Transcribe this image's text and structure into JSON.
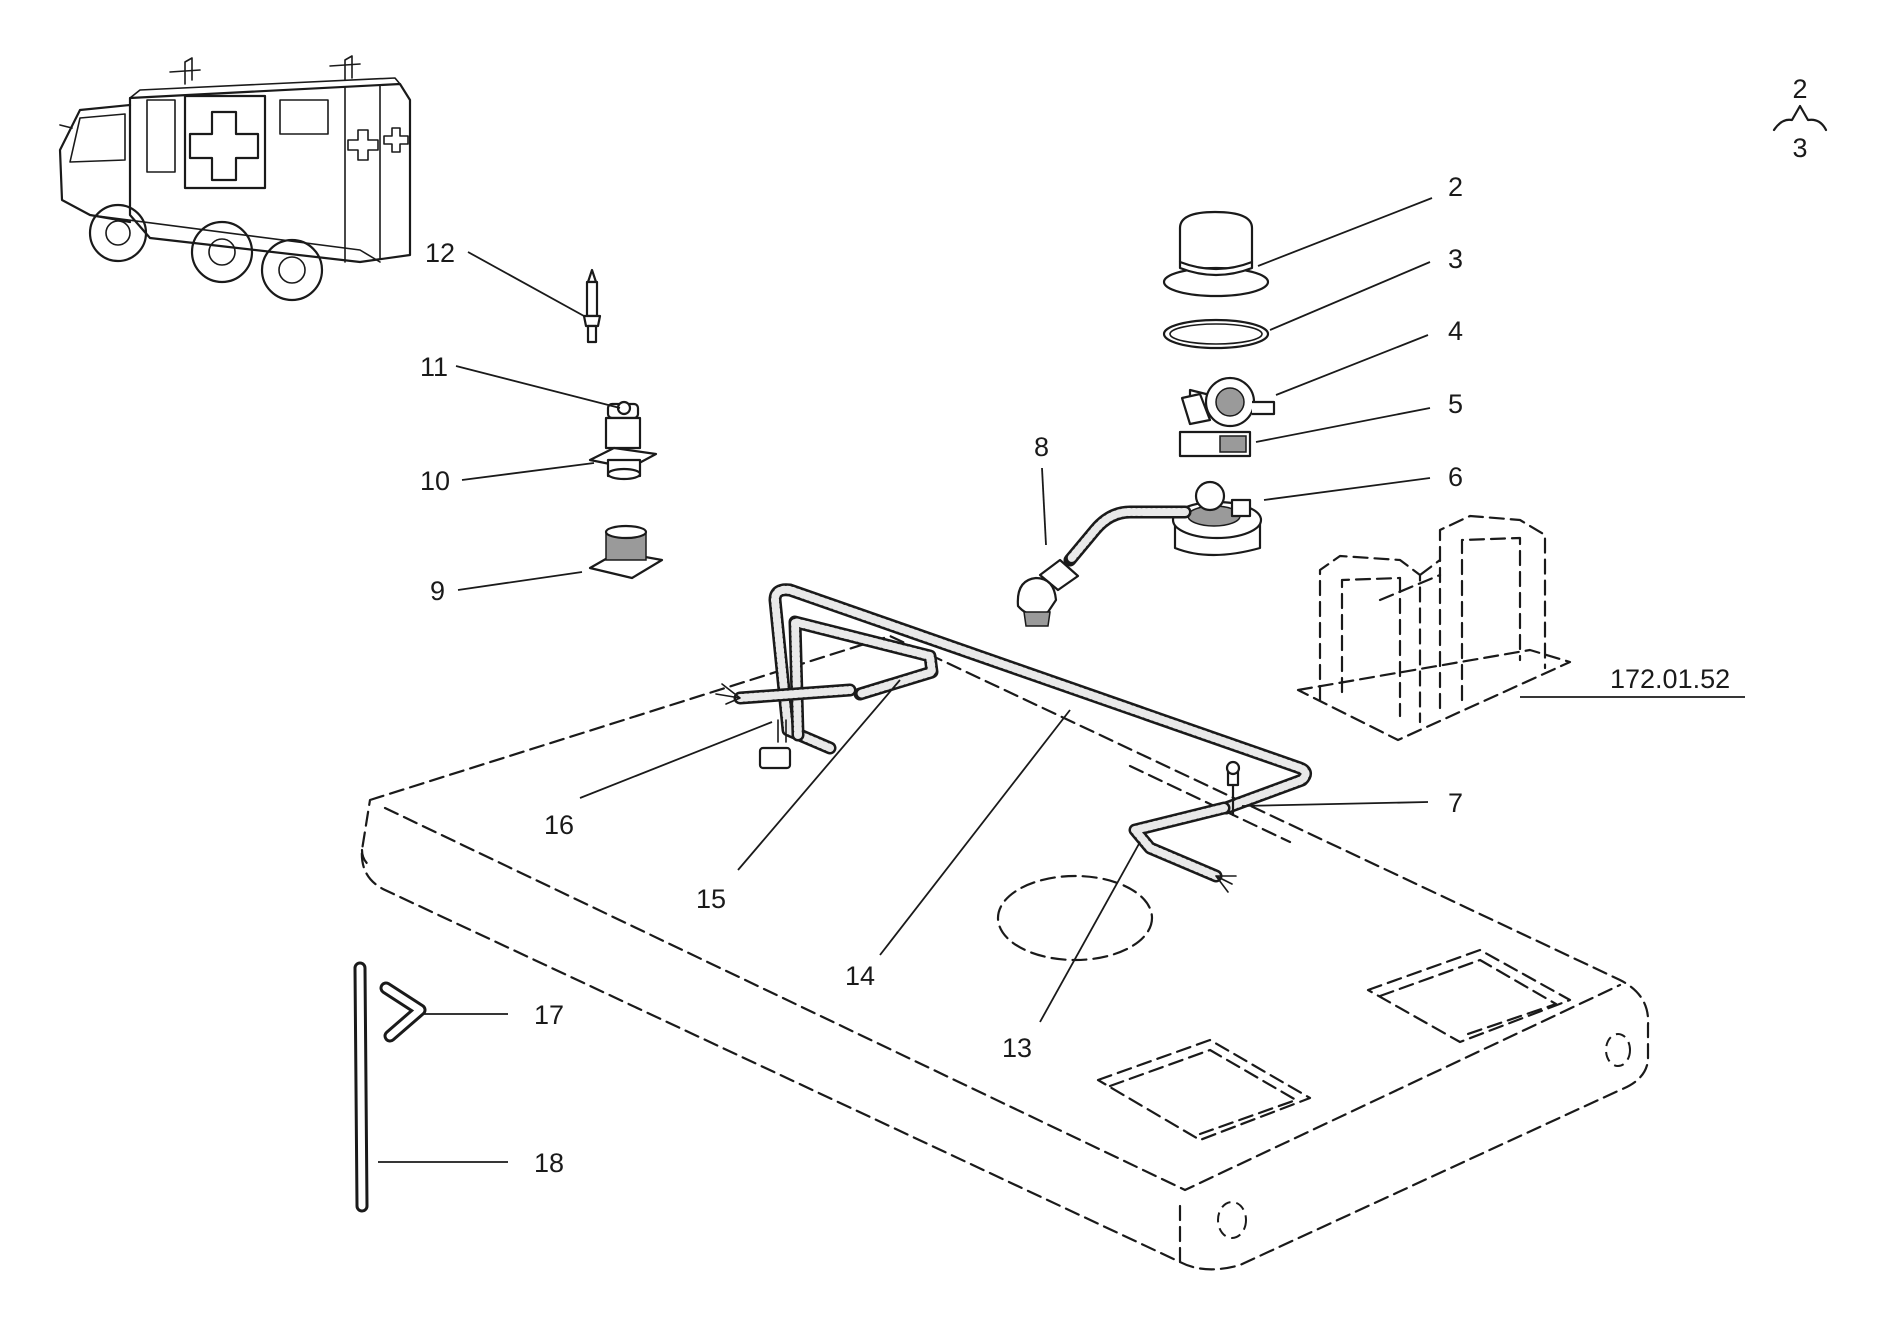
{
  "callouts": {
    "c2": "2",
    "c3": "3",
    "c4": "4",
    "c5": "5",
    "c6": "6",
    "c7": "7",
    "c8": "8",
    "c9": "9",
    "c10": "10",
    "c11": "11",
    "c12": "12",
    "c13": "13",
    "c14": "14",
    "c15": "15",
    "c16": "16",
    "c17": "17",
    "c18": "18"
  },
  "reference": "172.01.52",
  "page_ref": {
    "top": "2",
    "bottom": "3"
  }
}
